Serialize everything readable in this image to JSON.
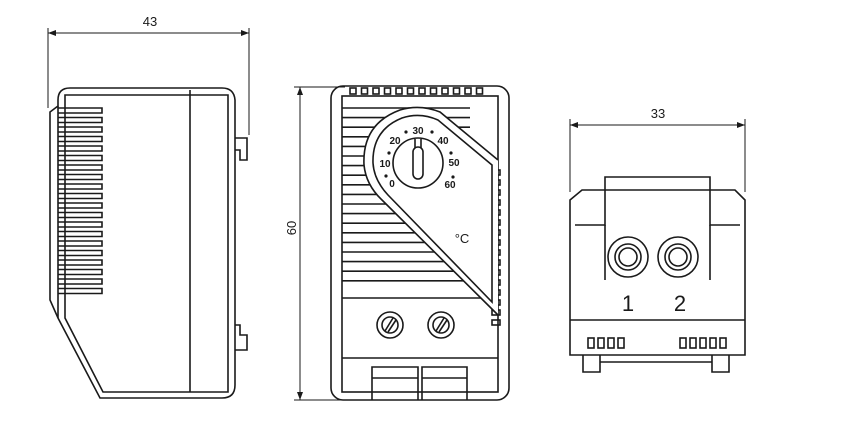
{
  "dimensions": {
    "width": "43",
    "height": "60",
    "depth": "33"
  },
  "dial": {
    "scale_labels": [
      "0",
      "10",
      "20",
      "30",
      "40",
      "50",
      "60"
    ],
    "unit": "°C"
  },
  "terminals": {
    "labels": [
      "1",
      "2"
    ]
  }
}
